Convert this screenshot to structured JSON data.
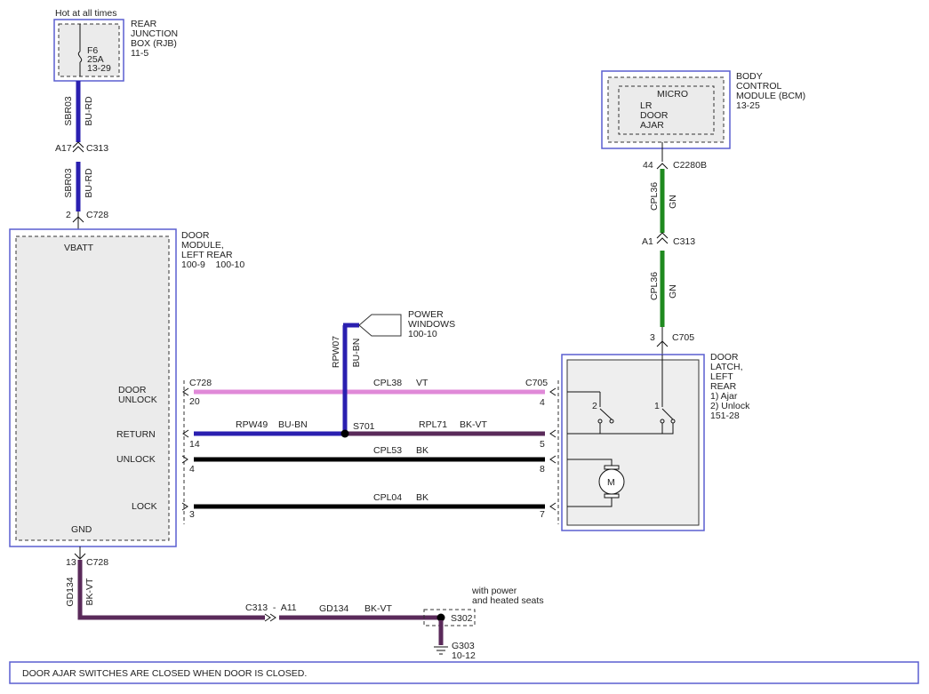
{
  "title": "",
  "footer_note": "DOOR AJAR SWITCHES ARE CLOSED WHEN DOOR IS CLOSED.",
  "colors": {
    "bu_rd": "#2a1fb0",
    "bu_bn": "#2a1fb0",
    "gn": "#1f8a1f",
    "vt": "#e08ad8",
    "bk": "#000000",
    "bk_vt": "#5a2a5a",
    "outline": "#5a5fd0"
  },
  "rjb": {
    "hot_label": "Hot at all times",
    "name_lines": [
      "REAR",
      "JUNCTION",
      "BOX (RJB)",
      "11-5"
    ],
    "fuse_lines": [
      "F6",
      "25A",
      "13-29"
    ]
  },
  "rjb_wire_top": {
    "circuit": "SBR03",
    "color": "BU-RD"
  },
  "c313_top": {
    "pin": "A17",
    "connector": "C313"
  },
  "rjb_wire_bottom": {
    "circuit": "SBR03",
    "color": "BU-RD"
  },
  "c728_vbatt": {
    "pin": "2",
    "connector": "C728"
  },
  "door_module": {
    "name_lines": [
      "DOOR",
      "MODULE,",
      "LEFT REAR",
      "100-9    100-10"
    ],
    "vbatt": "VBATT",
    "gnd": "GND",
    "pins": {
      "door_unlock": [
        "DOOR",
        "UNLOCK"
      ],
      "return": "RETURN",
      "unlock": "UNLOCK",
      "lock": "LOCK"
    }
  },
  "bcm": {
    "name_lines": [
      "BODY",
      "CONTROL",
      "MODULE (BCM)",
      "13-25"
    ],
    "micro": "MICRO",
    "lr_lines": [
      "LR",
      "DOOR",
      "AJAR"
    ]
  },
  "bcm_pin": {
    "pin": "44",
    "connector": "C2280B"
  },
  "bcm_wire_top": {
    "circuit": "CPL36",
    "color": "GN"
  },
  "c313_right": {
    "pin": "A1",
    "connector": "C313"
  },
  "bcm_wire_bottom": {
    "circuit": "CPL36",
    "color": "GN"
  },
  "latch_pin": {
    "pin": "3",
    "connector": "C705"
  },
  "latch": {
    "name_lines": [
      "DOOR",
      "LATCH,",
      "LEFT",
      "REAR",
      "1) Ajar",
      "2) Unlock",
      "151-28"
    ],
    "switch1": "1",
    "switch2": "2",
    "motor": "M"
  },
  "power_windows": {
    "lines": [
      "POWER",
      "WINDOWS",
      "100-10"
    ]
  },
  "rpw07": {
    "circuit": "RPW07",
    "color": "BU-BN"
  },
  "wires": {
    "cpl38": {
      "left_conn": "C728",
      "left_pin": "20",
      "circuit": "CPL38",
      "color": "VT",
      "right_conn": "C705",
      "right_pin": "4"
    },
    "return": {
      "left_pin": "14",
      "circuit_left": "RPW49",
      "color_left": "BU-BN",
      "splice": "S701",
      "circuit_right": "RPL71",
      "color_right": "BK-VT",
      "right_pin": "5"
    },
    "cpl53": {
      "left_pin": "4",
      "circuit": "CPL53",
      "color": "BK",
      "right_pin": "8"
    },
    "cpl04": {
      "left_pin": "3",
      "circuit": "CPL04",
      "color": "BK",
      "right_pin": "7"
    }
  },
  "gnd_connector": {
    "pin": "13",
    "connector": "C728"
  },
  "gnd_wire_vertical": {
    "circuit": "GD134",
    "color": "BK-VT"
  },
  "c313_bottom": {
    "label": "C313  -  A11"
  },
  "gnd_wire_horizontal": {
    "circuit": "GD134",
    "color": "BK-VT"
  },
  "s302": {
    "option_lines": [
      "with power",
      "and heated seats"
    ],
    "splice": "S302"
  },
  "g303": {
    "lines": [
      "G303",
      "10-12"
    ]
  }
}
